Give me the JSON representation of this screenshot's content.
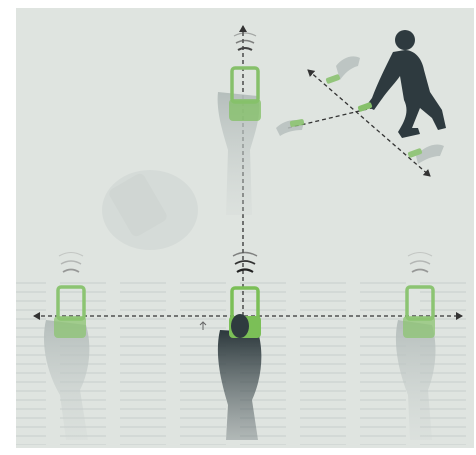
{
  "scene": {
    "background_color": "#dfe4e0",
    "accent_color": "#86c06a",
    "hand_color_faded": "#b9c1bf",
    "hand_color_dark": "#2f3b3f",
    "person_color": "#2e3a3f",
    "arrow_color": "#333333"
  },
  "figures": [
    {
      "name": "faded-background-illustration",
      "icon": "tilted-device-ghost"
    },
    {
      "name": "hand-device-top",
      "icon": "hand-holding-detector",
      "state": "faded"
    },
    {
      "name": "hand-device-left",
      "icon": "hand-holding-detector",
      "state": "faded"
    },
    {
      "name": "hand-device-center",
      "icon": "hand-holding-detector",
      "state": "active"
    },
    {
      "name": "hand-device-right",
      "icon": "hand-holding-detector",
      "state": "faded"
    },
    {
      "name": "kneeling-person",
      "icon": "person-searching-with-detector"
    }
  ],
  "arrows": [
    {
      "name": "horizontal-sweep-arrow",
      "style": "dashed",
      "ends": "both"
    },
    {
      "name": "vertical-sweep-arrow",
      "style": "dashed",
      "ends": "up"
    },
    {
      "name": "diagonal-sweep-arrow",
      "style": "dashed",
      "ends": "both"
    }
  ]
}
